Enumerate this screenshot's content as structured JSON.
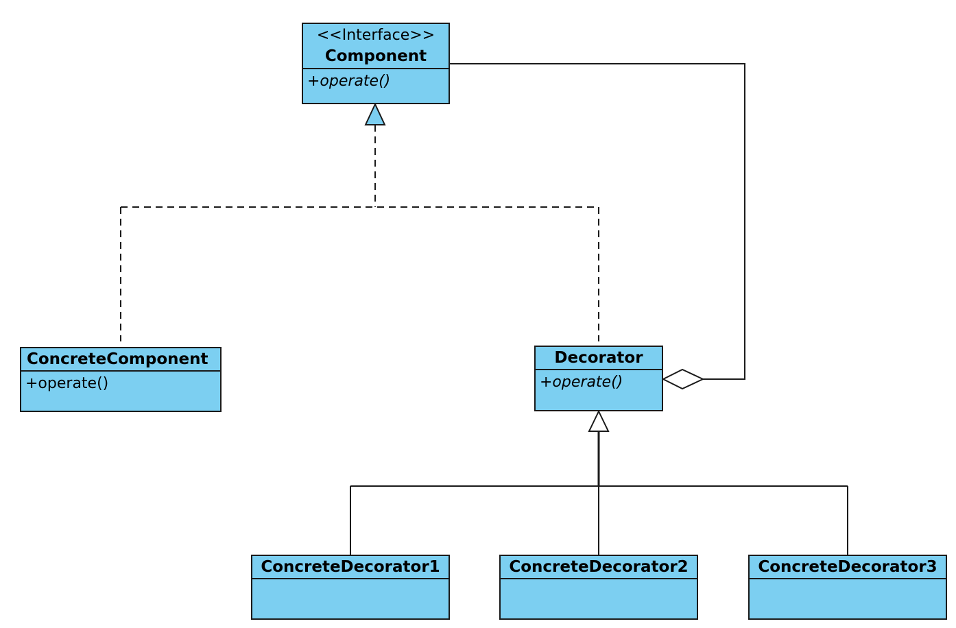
{
  "colors": {
    "class_fill": "#7ccff1",
    "line": "#1a1a1a"
  },
  "classes": {
    "component": {
      "stereotype": "<<Interface>>",
      "name": "Component",
      "method": "+operate()"
    },
    "concrete_component": {
      "name": "ConcreteComponent",
      "method": "+operate()"
    },
    "decorator": {
      "name": "Decorator",
      "method": "+operate()"
    },
    "concrete_decorator_1": {
      "name": "ConcreteDecorator1"
    },
    "concrete_decorator_2": {
      "name": "ConcreteDecorator2"
    },
    "concrete_decorator_3": {
      "name": "ConcreteDecorator3"
    }
  }
}
